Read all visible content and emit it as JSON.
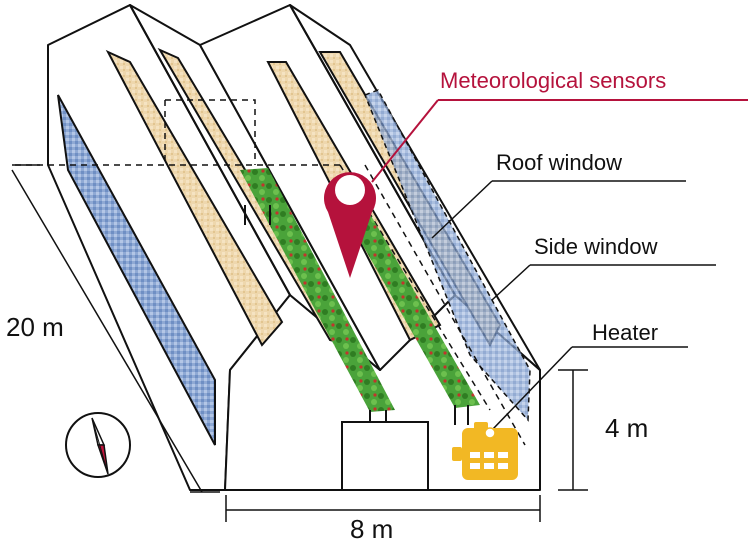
{
  "labels": {
    "sensors": "Meteorological sensors",
    "roof_window": "Roof window",
    "side_window": "Side window",
    "heater": "Heater"
  },
  "dimensions": {
    "length": "20 m",
    "width": "8 m",
    "height": "4 m"
  },
  "icons": {
    "sensor": "location-pin-icon",
    "heater": "heater-icon",
    "compass": "compass-icon"
  },
  "colors": {
    "sensor_accent": "#b5123c",
    "heater": "#f2b824",
    "side_window": "#8da9d6",
    "roof_window": "#eed7ad",
    "plants": "#3d9a2c"
  }
}
